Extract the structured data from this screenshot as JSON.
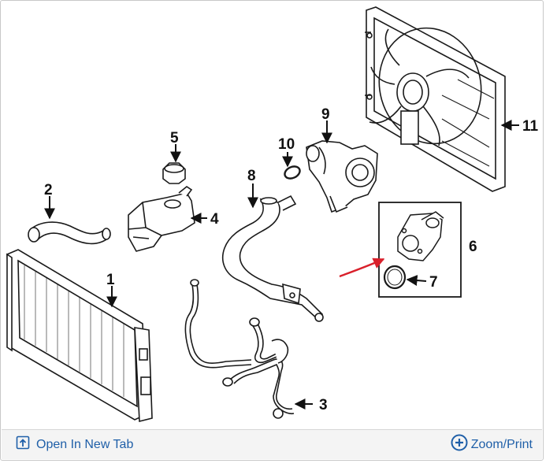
{
  "callouts": [
    "1",
    "2",
    "3",
    "4",
    "5",
    "6",
    "7",
    "8",
    "9",
    "10",
    "11"
  ],
  "toolbar": {
    "open_label": "Open In New Tab",
    "zoom_label": "Zoom/Print",
    "open_icon": "open-in-new-tab-icon",
    "zoom_icon": "zoom-plus-icon"
  },
  "colors": {
    "link": "#1f5fa8",
    "annotation_arrow": "#d9202b",
    "line": "#1a1a1a"
  }
}
